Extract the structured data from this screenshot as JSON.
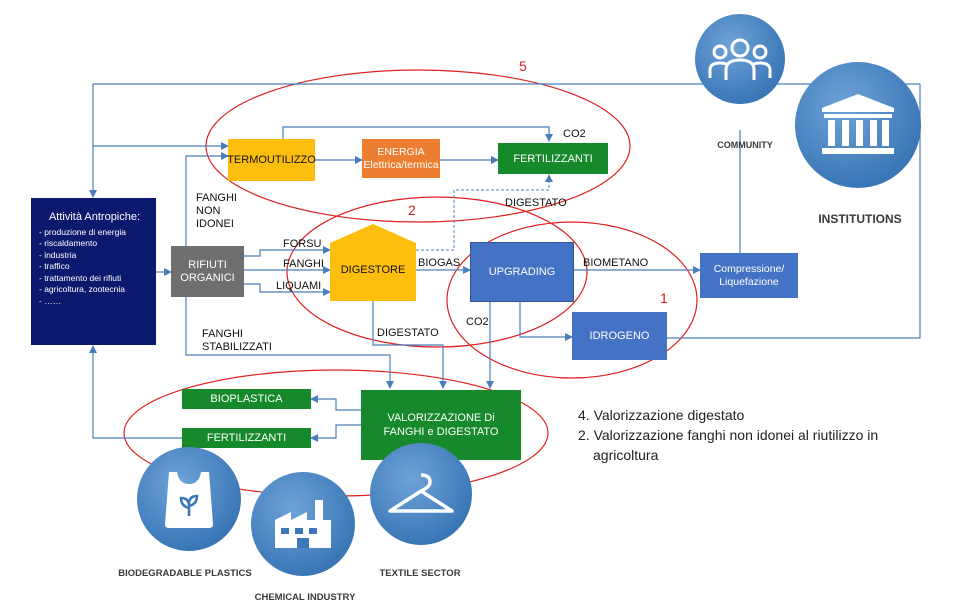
{
  "boxes": {
    "attivita_title": "Attività Antropiche:",
    "attivita_items": [
      "- produzione di energia",
      "- riscaldamento",
      "- industria",
      "- traffico",
      "- trattamento dei rifiuti",
      "- agricoltura, zootecnia",
      "- ……"
    ],
    "rifiuti": "RIFIUTI ORGANICI",
    "termo": "TERMOUTILIZZO",
    "energia_1": "ENERGIA",
    "energia_2": "Elettrica/termica",
    "fert_top": "FERTILIZZANTI",
    "digestore": "DIGESTORE",
    "upgrading": "UPGRADING",
    "compressione": "Compressione/ Liquefazione",
    "idrogeno": "IDROGENO",
    "valorizz": "VALORIZZAZIONE Di FANGHI e DIGESTATO",
    "bioplastica": "BIOPLASTICA",
    "fert_bottom": "FERTILIZZANTI"
  },
  "labels": {
    "fanghi_non_idonei": "FANGHI NON IDONEI",
    "forsu": "FORSU",
    "fanghi": "FANGHI",
    "liquami": "LIQUAMI",
    "biogas": "BIOGAS",
    "biometano": "BIOMETANO",
    "co2_top": "CO2",
    "co2_mid": "CO2",
    "digestato_top": "DIGESTATO",
    "digestato_mid": "DIGESTATO",
    "fanghi_stabilizzati": "FANGHI STABILIZZATI"
  },
  "circle_numbers": {
    "n5": "5",
    "n2": "2",
    "n1": "1"
  },
  "icons": {
    "community": "COMMUNITY",
    "institutions": "INSTITUTIONS",
    "biodegradable": "BIODEGRADABLE PLASTICS",
    "chemical": "CHEMICAL INDUSTRY",
    "textile": "TEXTILE SECTOR"
  },
  "notes": [
    "4. Valorizzazione digestato",
    "2. Valorizzazione fanghi non idonei al riutilizzo in",
    "agricoltura"
  ],
  "colors": {
    "navy": "#0b1a6e",
    "gray": "#6f6f6f",
    "yellow": "#fdbe0d",
    "orange": "#ed7d31",
    "green": "#168a2a",
    "blue": "#4472c4",
    "red": "#e02020",
    "arrow": "#4a7ebb"
  }
}
